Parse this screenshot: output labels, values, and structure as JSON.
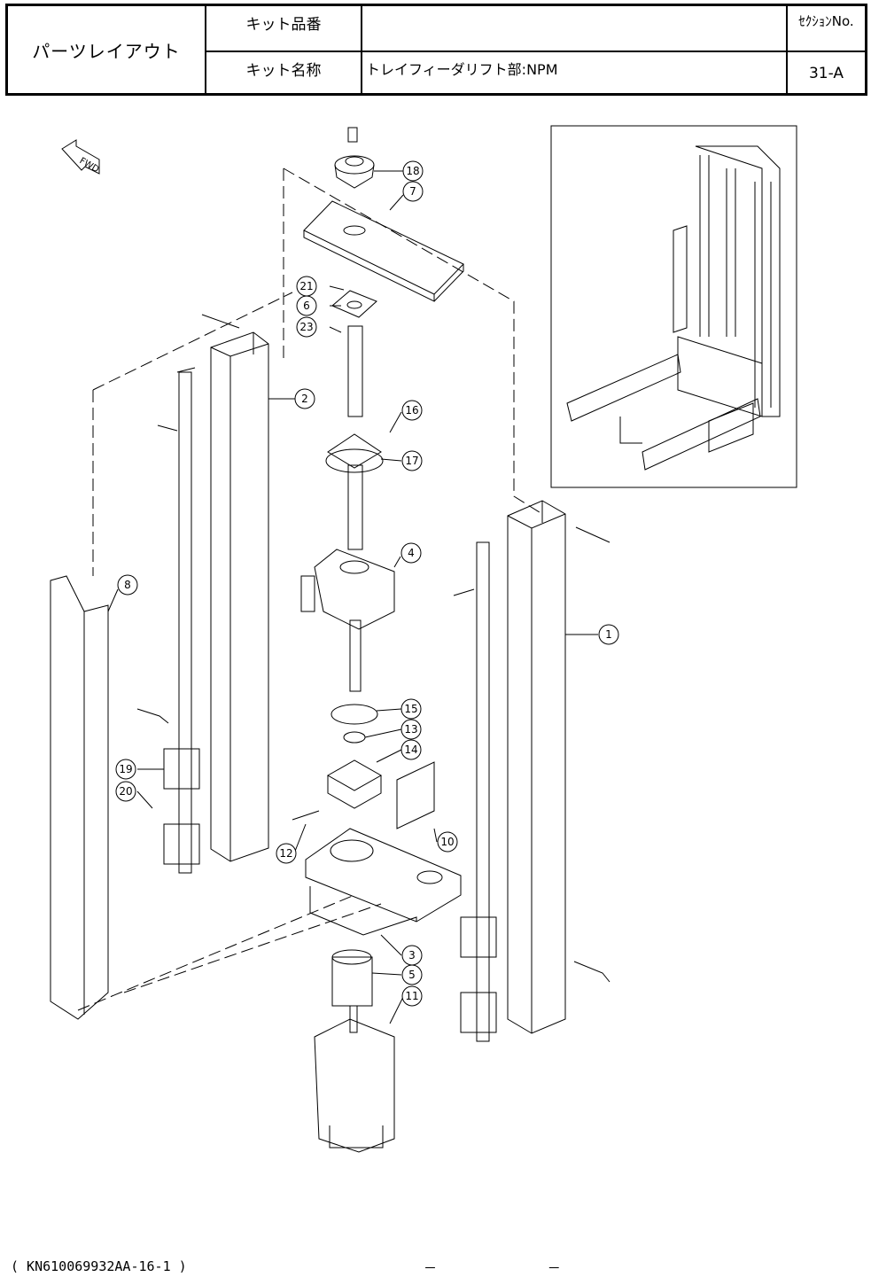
{
  "header": {
    "title": "パーツレイアウト",
    "kit_number_label": "キット品番",
    "kit_number_value": "",
    "kit_name_label": "キット名称",
    "kit_name_value": "トレイフィーダリフト部:NPM",
    "section_label": "ｾｸｼｮﾝNo.",
    "section_value": "31-A"
  },
  "diagram": {
    "fwd_label": "FWD",
    "callouts": [
      {
        "id": "18",
        "label": "18"
      },
      {
        "id": "7",
        "label": "7"
      },
      {
        "id": "21",
        "label": "21"
      },
      {
        "id": "6",
        "label": "6"
      },
      {
        "id": "23",
        "label": "23"
      },
      {
        "id": "2",
        "label": "2"
      },
      {
        "id": "16",
        "label": "16"
      },
      {
        "id": "17",
        "label": "17"
      },
      {
        "id": "4",
        "label": "4"
      },
      {
        "id": "8",
        "label": "8"
      },
      {
        "id": "1",
        "label": "1"
      },
      {
        "id": "15",
        "label": "15"
      },
      {
        "id": "13",
        "label": "13"
      },
      {
        "id": "14",
        "label": "14"
      },
      {
        "id": "19",
        "label": "19"
      },
      {
        "id": "20",
        "label": "20"
      },
      {
        "id": "10",
        "label": "10"
      },
      {
        "id": "12",
        "label": "12"
      },
      {
        "id": "3",
        "label": "3"
      },
      {
        "id": "5",
        "label": "5"
      },
      {
        "id": "11",
        "label": "11"
      }
    ]
  },
  "footer": {
    "code": "( KN610069932AA-16-1 )",
    "page": "－ －"
  }
}
